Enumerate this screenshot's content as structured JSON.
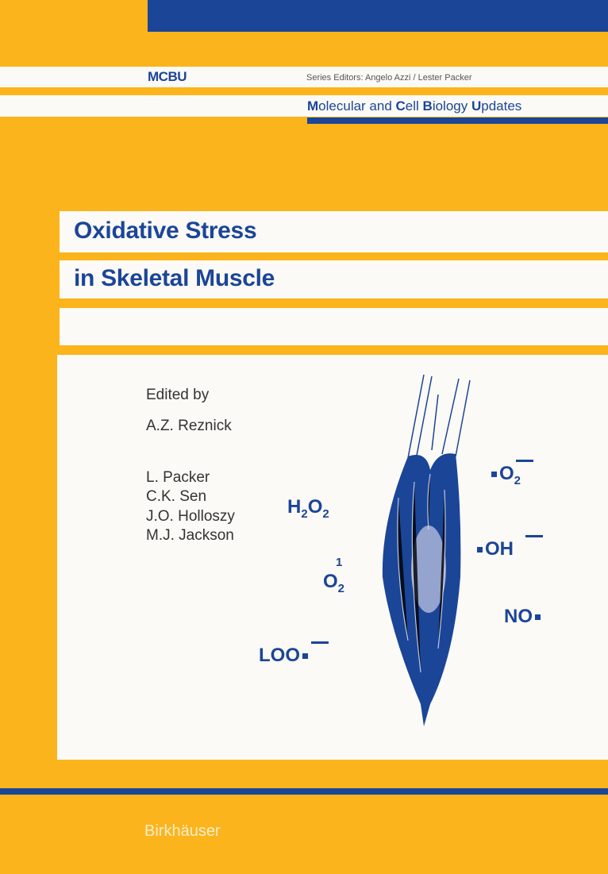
{
  "series": {
    "abbrev": "MCBU",
    "editors": "Series Editors: Angelo Azzi / Lester Packer",
    "name_parts": [
      {
        "b": "M",
        "r": "olecular and "
      },
      {
        "b": "C",
        "r": "ell "
      },
      {
        "b": "B",
        "r": "iology "
      },
      {
        "b": "U",
        "r": "pdates"
      }
    ]
  },
  "title": {
    "line1": "Oxidative Stress",
    "line2": "in Skeletal Muscle"
  },
  "editors": {
    "label": "Edited by",
    "lead": "A.Z. Reznick",
    "co": [
      "L. Packer",
      "C.K. Sen",
      "J.O. Holloszy",
      "M.J. Jackson"
    ]
  },
  "species": {
    "h2o2": {
      "a": "H",
      "s1": "2",
      "b": "O",
      "s2": "2"
    },
    "singlet": {
      "sup": "1",
      "base": "O",
      "sub": "2"
    },
    "loo": "LOO",
    "superoxide": {
      "base": "O",
      "sub": "2"
    },
    "hydroxyl": "OH",
    "no": "NO"
  },
  "publisher": "Birkhäuser",
  "colors": {
    "background": "#fbb41c",
    "accent": "#1b4597",
    "panel": "#fcfaf6"
  }
}
